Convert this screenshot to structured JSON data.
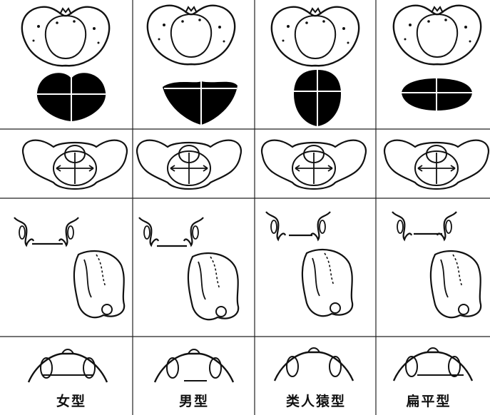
{
  "figure": {
    "columns": [
      {
        "id": "gynecoid",
        "label": "女型"
      },
      {
        "id": "android",
        "label": "男型"
      },
      {
        "id": "anthropoid",
        "label": "类人猿型"
      },
      {
        "id": "platypelloid",
        "label": "扁平型"
      }
    ],
    "rows": [
      "pelvis-top-view-with-inlet-shape",
      "pelvis-front-view",
      "pelvis-side-view",
      "pubic-arch-view"
    ],
    "colors": {
      "line": "#111111",
      "fill": "#000000",
      "background": "#ffffff"
    }
  }
}
